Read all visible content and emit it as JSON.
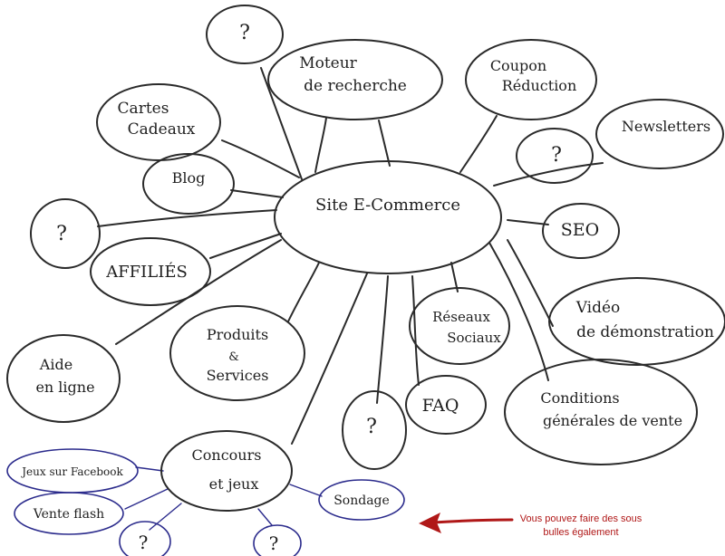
{
  "center": {
    "label": "Site E-Commerce"
  },
  "nodes": {
    "top_question": "?",
    "moteur_1": "Moteur",
    "moteur_2": "de recherche",
    "coupon_1": "Coupon",
    "coupon_2": "Réduction",
    "cartes_1": "Cartes",
    "cartes_2": "Cadeaux",
    "newsletters": "Newsletters",
    "right_question": "?",
    "blog": "Blog",
    "left_question": "?",
    "seo": "SEO",
    "affilies": "AFFILIÉS",
    "video_1": "Vidéo",
    "video_2": "de démonstration",
    "produits_1": "Produits",
    "produits_2": "&",
    "produits_3": "Services",
    "reseaux_1": "Réseaux",
    "reseaux_2": "Sociaux",
    "aide_1": "Aide",
    "aide_2": "en ligne",
    "faq": "FAQ",
    "bottom_question": "?",
    "conditions_1": "Conditions",
    "conditions_2": "générales de vente",
    "concours_1": "Concours",
    "concours_2": "et jeux"
  },
  "sub_nodes": {
    "jeux_facebook": "Jeux sur Facebook",
    "vente_flash": "Vente flash",
    "sondage": "Sondage",
    "question_a": "?",
    "question_b": "?"
  },
  "annotation": {
    "line_1": "Vous pouvez faire des sous",
    "line_2": "bulles également"
  },
  "colors": {
    "ink": "#2a2a2a",
    "sub_bubble_ink": "#2b2b8c",
    "annotation": "#b01818",
    "arrow": "#b01818"
  }
}
